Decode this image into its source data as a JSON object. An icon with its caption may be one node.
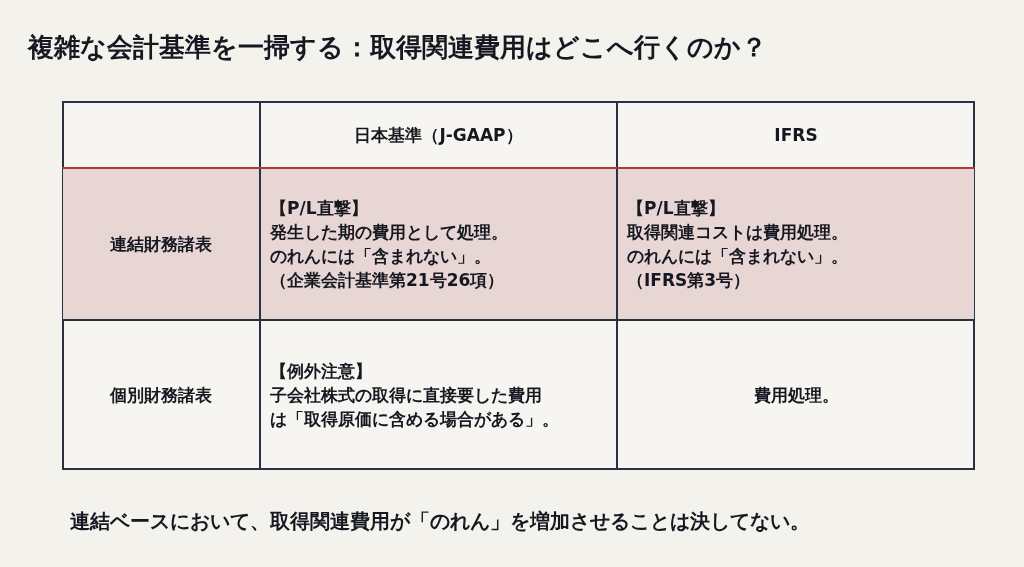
{
  "diagram": {
    "title": "複雑な会計基準を一掃する：取得関連費用はどこへ行くのか？",
    "caption": "連結ベースにおいて、取得関連費用が「のれん」を増加させることは決してない。",
    "labels": [
      "日本基準（J-GAAP）",
      "IFRS",
      "連結財務諸表",
      "【P/L直撃】",
      "発生した期の費用として処理。",
      "のれんには「含まれない」。",
      "（企業会計基準第21号26項）",
      "【P/L直撃】",
      "取得関連コストは費用処理。",
      "のれんには「含まれない」。",
      "（IFRS第3号）",
      "個別財務諸表",
      "【例外注意】",
      "子会社株式の取得に直接要した費用",
      "は「取得原価に含める場合がある」。",
      "費用処理。"
    ]
  }
}
